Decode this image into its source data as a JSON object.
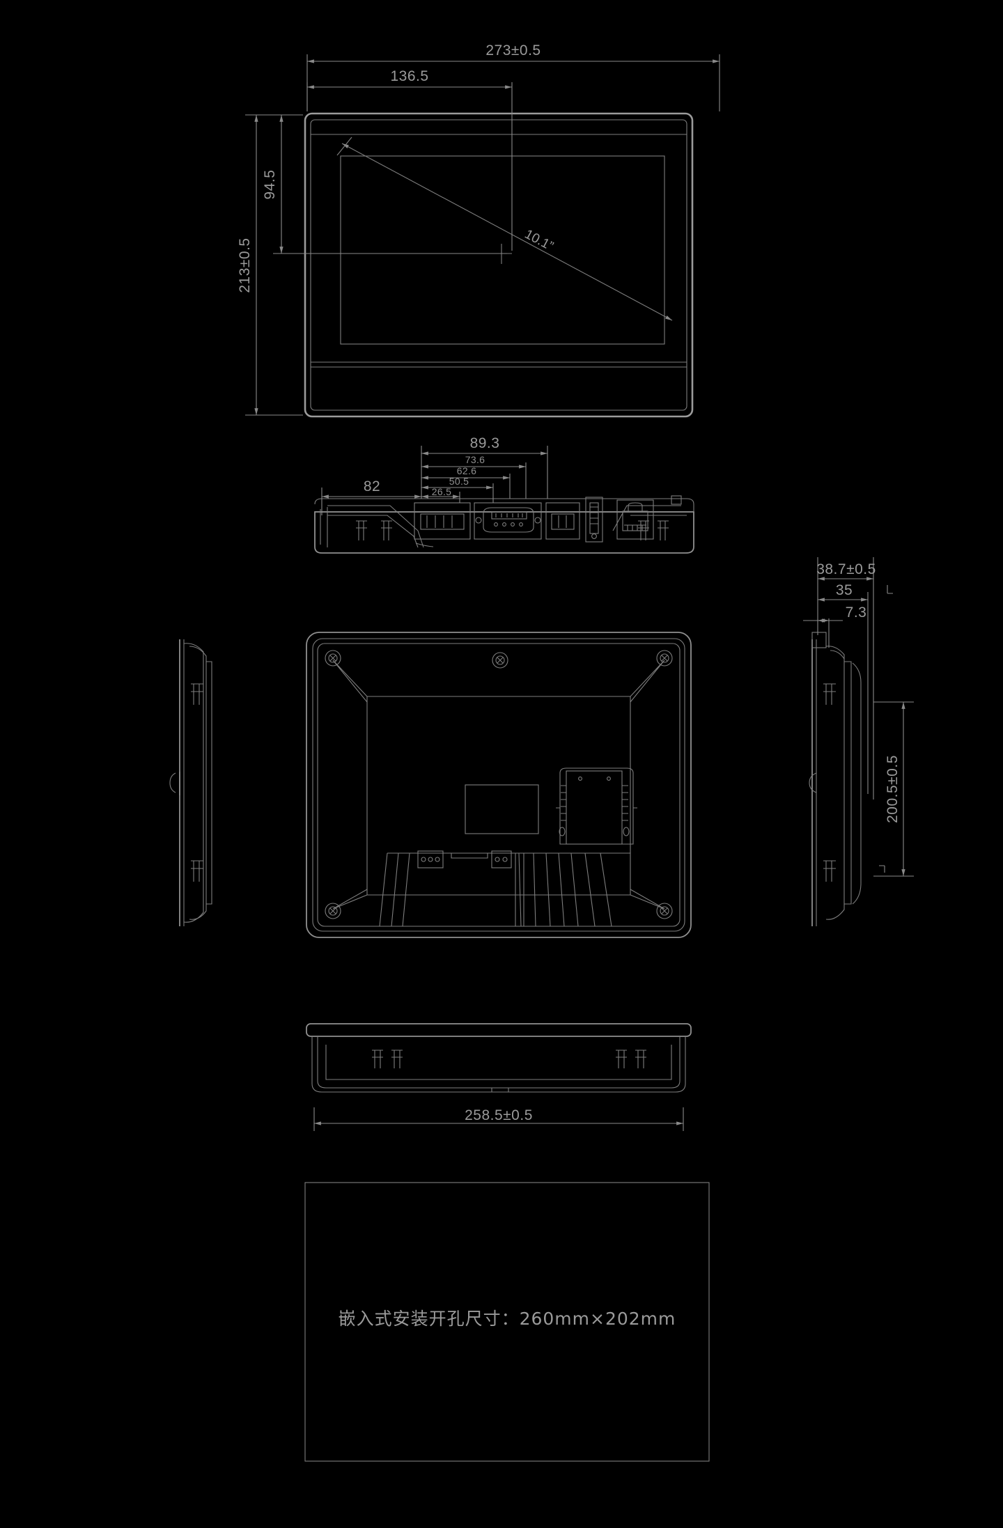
{
  "drawing": {
    "title": "HMI Panel Dimensional Drawing",
    "background_color": "#000000",
    "line_color": "#8d8d8d",
    "text_color": "#9a9a9a"
  },
  "views": {
    "front": {
      "name": "front-view",
      "dimensions": {
        "overall_width": "273±0.5",
        "half_width": "136.5",
        "overall_height": "213±0.5",
        "half_height": "94.5",
        "screen_diagonal": "10.1”"
      }
    },
    "top_connector": {
      "name": "top-connector-view",
      "dimensions": {
        "d1": "89.3",
        "d2": "73.6",
        "d3": "62.6",
        "d4": "50.5",
        "d5": "26.5",
        "d6": "82"
      }
    },
    "rear": {
      "name": "rear-view"
    },
    "left_side": {
      "name": "left-side-view"
    },
    "right_side": {
      "name": "right-side-view",
      "dimensions": {
        "depth_total": "38.7±0.5",
        "depth_body": "35",
        "bezel": "7.3",
        "panel_height": "200.5±0.5"
      }
    },
    "bottom": {
      "name": "bottom-view",
      "dimensions": {
        "panel_width": "258.5±0.5"
      }
    }
  },
  "note": {
    "label": "嵌入式安装开孔尺寸：260mm×202mm"
  }
}
